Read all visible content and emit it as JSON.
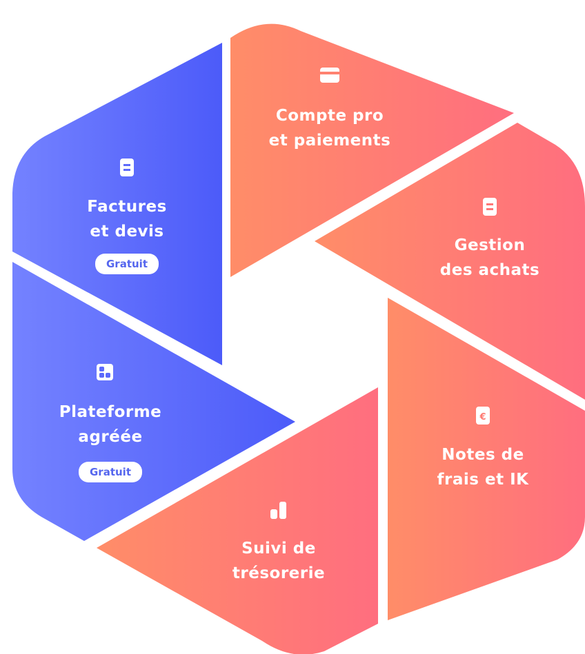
{
  "segments": [
    {
      "id": "compte",
      "line1": "Compte pro",
      "line2": "et paiements",
      "icon": "credit-card-icon",
      "colors": [
        "#ff8a6a",
        "#ff7a7c"
      ]
    },
    {
      "id": "gestion",
      "line1": "Gestion",
      "line2": "des achats",
      "icon": "receipt-icon",
      "colors": [
        "#ff8a6a",
        "#ff6f7e"
      ]
    },
    {
      "id": "notes",
      "line1": "Notes de",
      "line2": "frais et IK",
      "icon": "euro-receipt-icon",
      "colors": [
        "#ff8a6a",
        "#ff6f7e"
      ]
    },
    {
      "id": "suivi",
      "line1": "Suivi de",
      "line2": "trésorerie",
      "icon": "bar-chart-icon",
      "colors": [
        "#ff8a6a",
        "#ff6f7e"
      ]
    },
    {
      "id": "plateforme",
      "line1": "Plateforme",
      "line2": "agréée",
      "badge": "Gratuit",
      "icon": "grid-blocks-icon",
      "colors": [
        "#7380ff",
        "#4e5dfa"
      ]
    },
    {
      "id": "factures",
      "line1": "Factures",
      "line2": "et devis",
      "badge": "Gratuit",
      "icon": "receipt-icon",
      "colors": [
        "#7380ff",
        "#4e5dfa"
      ]
    }
  ]
}
